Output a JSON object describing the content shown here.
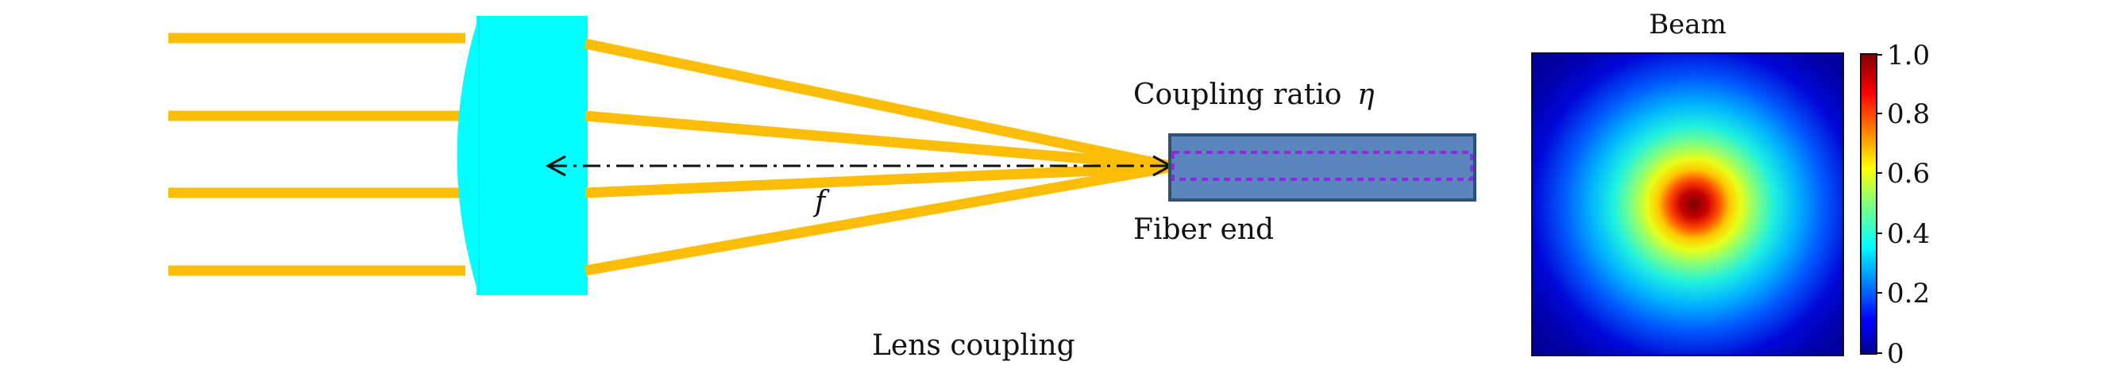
{
  "labels": {
    "coupling_ratio": "Coupling ratio",
    "eta_symbol": "η",
    "fiber_end": "Fiber end",
    "focal_symbol": "f",
    "caption": "Lens coupling",
    "beam_title": "Beam"
  },
  "colorbar": {
    "ticks": [
      "0",
      "0.2",
      "0.4",
      "0.6",
      "0.8",
      "1.0"
    ]
  },
  "colors": {
    "beam": "#FBBD06",
    "lens": "#00FFFF",
    "fiber_fill": "#5A86BE",
    "fiber_stroke": "#2F4F73",
    "fiber_core": "#8A2BE2"
  },
  "icons": {
    "focal_arrow": "dash-dot-double-arrow"
  }
}
